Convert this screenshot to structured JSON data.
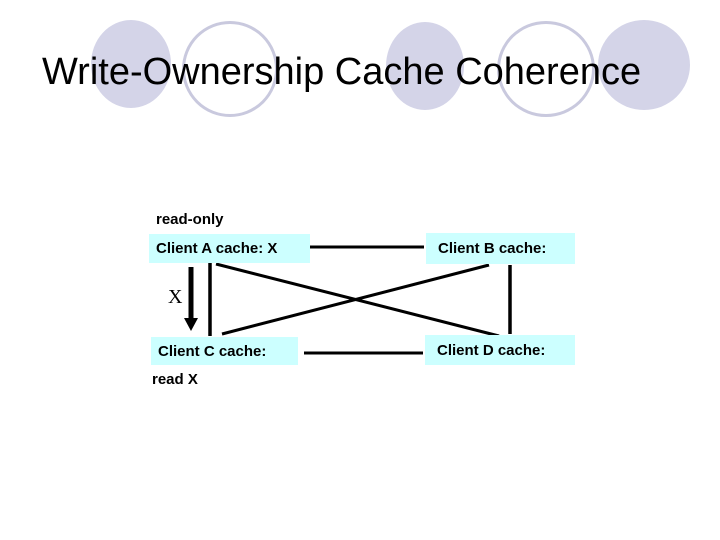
{
  "slide": {
    "title": "Write-Ownership Cache Coherence",
    "background_color": "#ffffff",
    "title_color": "#000000"
  },
  "decor": {
    "circle_fill_color": "#d4d4e8",
    "circle_outline_color": "#c9c9de",
    "pattern": [
      "filled",
      "outline",
      "filled",
      "outline",
      "filled"
    ]
  },
  "diagram": {
    "status_label": "read-only",
    "transfer_label": "X",
    "action_label": "read X",
    "box_fill_color": "#ccffff",
    "line_color": "#000000",
    "boxes": [
      {
        "id": "client-a",
        "label": "Client A cache: X"
      },
      {
        "id": "client-b",
        "label": "Client B cache:"
      },
      {
        "id": "client-c",
        "label": "Client C cache:"
      },
      {
        "id": "client-d",
        "label": "Client D cache:"
      }
    ],
    "connections": [
      "A-B horizontal",
      "C-D horizontal",
      "A-C vertical",
      "B-D vertical",
      "A-D diagonal",
      "B-C diagonal",
      "A-C transfer arrow (X moves down)"
    ]
  }
}
